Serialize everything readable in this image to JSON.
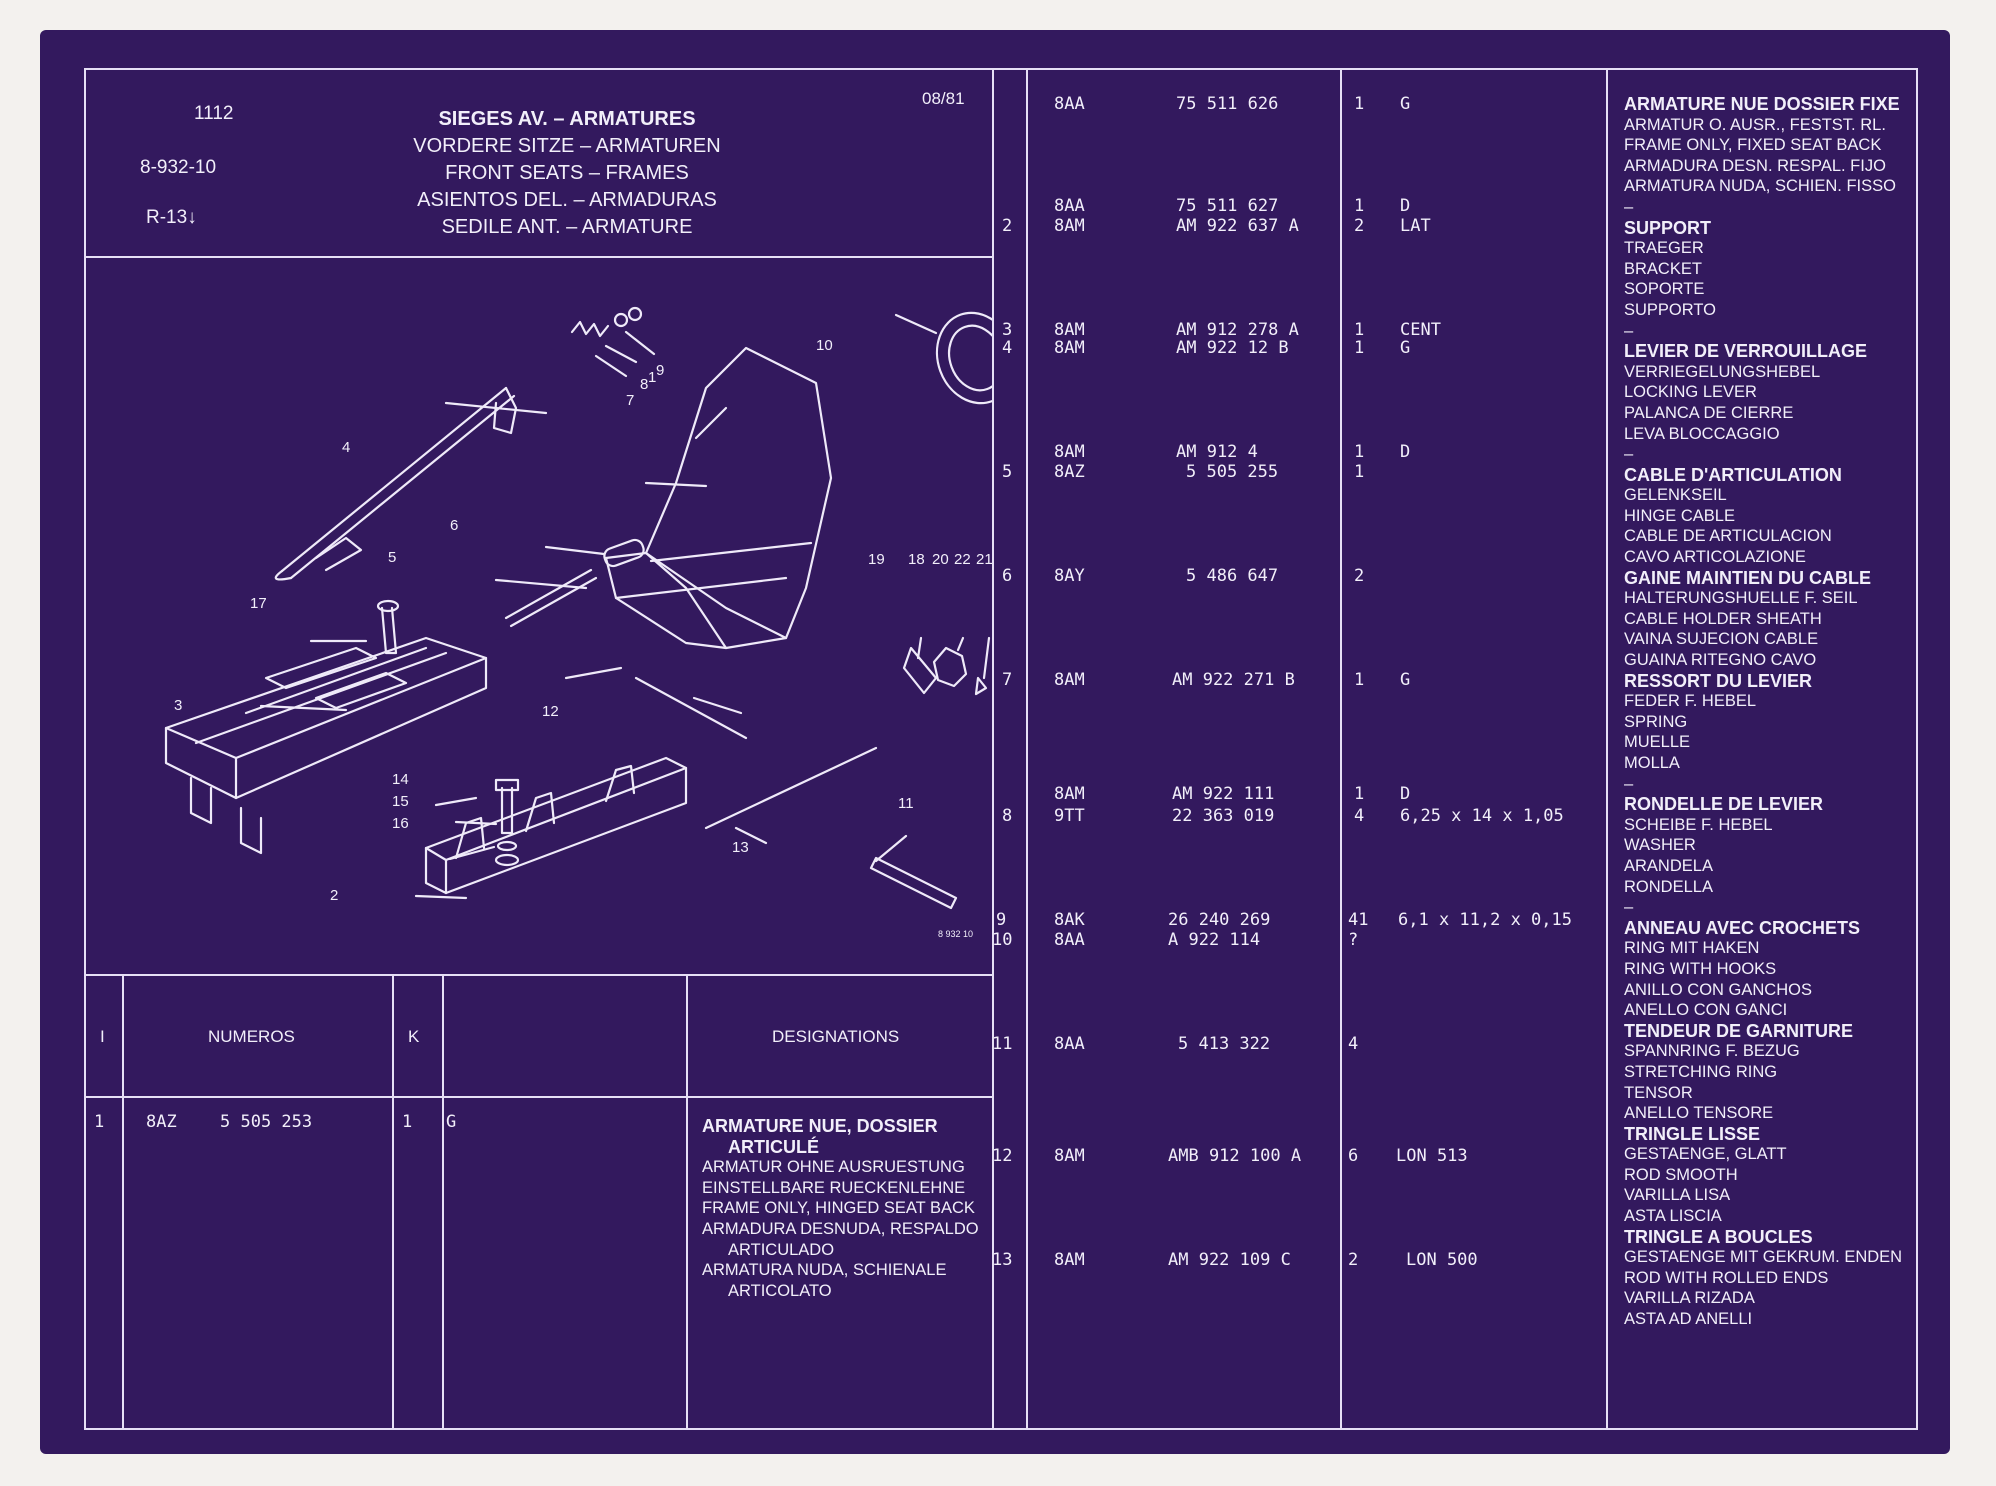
{
  "header": {
    "number": "1112",
    "drawing_ref": "8-932-10",
    "range": "R-13",
    "range_arrow": "↓",
    "date": "08/81",
    "titles": [
      "SIEGES AV. – ARMATURES",
      "VORDERE SITZE – ARMATUREN",
      "FRONT SEATS – FRAMES",
      "ASIENTOS DEL. – ARMADURAS",
      "SEDILE ANT. – ARMATURE"
    ]
  },
  "diagram": {
    "callouts": [
      "1",
      "2",
      "3",
      "4",
      "5",
      "6",
      "7",
      "8",
      "9",
      "10",
      "11",
      "12",
      "13",
      "14",
      "15",
      "16",
      "17",
      "18",
      "19",
      "20",
      "21",
      "22"
    ],
    "drawing_code": "8 932 10"
  },
  "left_table": {
    "headers": {
      "index": "I",
      "numbers": "NUMEROS",
      "k": "K",
      "designations": "DESIGNATIONS"
    },
    "row": {
      "index": "1",
      "prefix": "8AZ",
      "number": "5 505 253",
      "qty": "1",
      "side": "G",
      "lines": [
        "ARMATURE NUE, DOSSIER",
        "ARTICULÉ",
        "ARMATUR OHNE AUSRUESTUNG",
        "EINSTELLBARE RUECKENLEHNE",
        "FRAME ONLY, HINGED SEAT BACK",
        "ARMADURA DESNUDA, RESPALDO",
        "ARTICULADO",
        "ARMATURA NUDA, SCHIENALE",
        "ARTICOLATO"
      ]
    }
  },
  "parts": [
    {
      "index": "",
      "prefix": "8AA",
      "number": "75 511 626",
      "qty": "1",
      "note": "G"
    },
    {
      "index": "",
      "prefix": "8AA",
      "number": "75 511 627",
      "qty": "1",
      "note": "D"
    },
    {
      "index": "2",
      "prefix": "8AM",
      "number": "AM 922 637 A",
      "qty": "2",
      "note": "LAT"
    },
    {
      "index": "3",
      "prefix": "8AM",
      "number": "AM 912 278 A",
      "qty": "1",
      "note": "CENT"
    },
    {
      "index": "4",
      "prefix": "8AM",
      "number": "AM 922    12 B",
      "qty": "1",
      "note": "G"
    },
    {
      "index": "",
      "prefix": "8AM",
      "number": "AM 912     4",
      "qty": "1",
      "note": "D"
    },
    {
      "index": "5",
      "prefix": "8AZ",
      "number": "5 505 255",
      "qty": "1",
      "note": ""
    },
    {
      "index": "6",
      "prefix": "8AY",
      "number": "5 486 647",
      "qty": "2",
      "note": ""
    },
    {
      "index": "7",
      "prefix": "8AM",
      "number": "AM 922 271 B",
      "qty": "1",
      "note": "G"
    },
    {
      "index": "",
      "prefix": "8AM",
      "number": "AM 922 111",
      "qty": "1",
      "note": "D"
    },
    {
      "index": "8",
      "prefix": "9TT",
      "number": "22 363 019",
      "qty": "4",
      "note": "6,25 x 14 x 1,05"
    },
    {
      "index": "9",
      "prefix": "8AK",
      "number": "26 240 269",
      "qty": "41",
      "note": "6,1 x 11,2 x 0,15"
    },
    {
      "index": "10",
      "prefix": "8AA",
      "number": "A 922 114",
      "qty": "?",
      "note": ""
    },
    {
      "index": "11",
      "prefix": "8AA",
      "number": "5 413 322",
      "qty": "4",
      "note": ""
    },
    {
      "index": "12",
      "prefix": "8AM",
      "number": "AMB 912 100 A",
      "qty": "6",
      "note": "LON 513"
    },
    {
      "index": "13",
      "prefix": "8AM",
      "number": "AM 922 109 C",
      "qty": "2",
      "note": "LON 500"
    }
  ],
  "designations": [
    {
      "head": "ARMATURE NUE DOSSIER FIXE",
      "lines": [
        "ARMATUR O. AUSR., FESTST. RL.",
        "FRAME  ONLY, FIXED SEAT BACK",
        "ARMADURA DESN. RESPAL. FIJO",
        "ARMATURA NUDA, SCHIEN. FISSO",
        "–"
      ]
    },
    {
      "head": "SUPPORT",
      "lines": [
        "TRAEGER",
        "BRACKET",
        "SOPORTE",
        "SUPPORTO",
        "–"
      ]
    },
    {
      "head": "LEVIER DE VERROUILLAGE",
      "lines": [
        "VERRIEGELUNGSHEBEL",
        "LOCKING LEVER",
        "PALANCA DE CIERRE",
        "LEVA BLOCCAGGIO",
        "–"
      ]
    },
    {
      "head": "CABLE D'ARTICULATION",
      "lines": [
        "GELENKSEIL",
        "HINGE CABLE",
        "CABLE DE ARTICULACION",
        "CAVO ARTICOLAZIONE"
      ]
    },
    {
      "head": "GAINE MAINTIEN DU CABLE",
      "lines": [
        "HALTERUNGSHUELLE F. SEIL",
        "CABLE HOLDER SHEATH",
        "VAINA SUJECION CABLE",
        "GUAINA RITEGNO CAVO"
      ]
    },
    {
      "head": "RESSORT DU LEVIER",
      "lines": [
        "FEDER F. HEBEL",
        "SPRING",
        "MUELLE",
        "MOLLA",
        "–"
      ]
    },
    {
      "head": "RONDELLE DE LEVIER",
      "lines": [
        "SCHEIBE F. HEBEL",
        "WASHER",
        "ARANDELA",
        "RONDELLA",
        "–"
      ]
    },
    {
      "head": "ANNEAU AVEC CROCHETS",
      "lines": [
        "RING MIT HAKEN",
        "RING WITH HOOKS",
        "ANILLO CON GANCHOS",
        "ANELLO CON GANCI"
      ]
    },
    {
      "head": "TENDEUR DE GARNITURE",
      "lines": [
        "SPANNRING F. BEZUG",
        "STRETCHING RING",
        "TENSOR",
        "ANELLO TENSORE"
      ]
    },
    {
      "head": "TRINGLE LISSE",
      "lines": [
        "GESTAENGE, GLATT",
        "ROD SMOOTH",
        "VARILLA LISA",
        "ASTA LISCIA"
      ]
    },
    {
      "head": "TRINGLE A BOUCLES",
      "lines": [
        "GESTAENGE MIT GEKRUM. ENDEN",
        "ROD WITH ROLLED ENDS",
        "VARILLA RIZADA",
        "ASTA AD ANELLI"
      ]
    }
  ]
}
